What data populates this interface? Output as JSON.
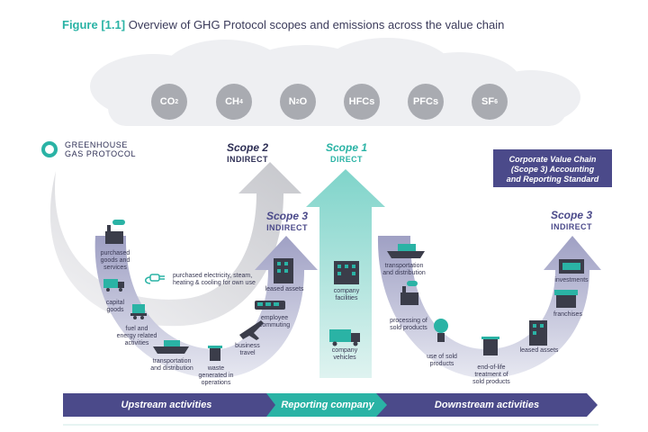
{
  "title": {
    "figure_number": "Figure [1.1]",
    "text": "Overview of GHG Protocol scopes and emissions across the value chain"
  },
  "gases": [
    {
      "base": "CO",
      "sub": "2"
    },
    {
      "base": "CH",
      "sub": "4"
    },
    {
      "base": "N",
      "sub": "2",
      "suffix": "O"
    },
    {
      "base": "HFCs",
      "sub": ""
    },
    {
      "base": "PFCs",
      "sub": ""
    },
    {
      "base": "SF",
      "sub": "6"
    }
  ],
  "logo": {
    "line1": "GREENHOUSE",
    "line2": "GAS PROTOCOL"
  },
  "scopes": {
    "scope2": {
      "name": "Scope 2",
      "kind": "INDIRECT"
    },
    "scope1": {
      "name": "Scope 1",
      "kind": "DIRECT"
    },
    "scope3_upstream": {
      "name": "Scope 3",
      "kind": "INDIRECT"
    },
    "scope3_downstream": {
      "name": "Scope 3",
      "kind": "INDIRECT"
    }
  },
  "standard_box": {
    "line1": "Corporate Value Chain",
    "line2": "(Scope 3) Accounting",
    "line3": "and Reporting Standard"
  },
  "labels": {
    "purchased_goods": [
      "purchased",
      "goods and",
      "services"
    ],
    "capital_goods": [
      "capital",
      "goods"
    ],
    "fuel_energy": [
      "fuel and",
      "energy related",
      "activities"
    ],
    "transport_up": [
      "transportation",
      "and distribution"
    ],
    "waste": [
      "waste",
      "generated in",
      "operations"
    ],
    "business_travel": [
      "business",
      "travel"
    ],
    "employee_commuting": [
      "employee",
      "commuting"
    ],
    "leased_up": [
      "leased assets"
    ],
    "purchased_electricity": [
      "purchased electricity, steam,",
      "heating & cooling for own use"
    ],
    "company_facilities": [
      "company",
      "facilities"
    ],
    "company_vehicles": [
      "company",
      "vehicles"
    ],
    "transport_down": [
      "transportation",
      "and distribution"
    ],
    "processing": [
      "processing of",
      "sold products"
    ],
    "use_sold": [
      "use of sold",
      "products"
    ],
    "end_of_life": [
      "end-of-life",
      "treatment of",
      "sold products"
    ],
    "leased_down": [
      "leased assets"
    ],
    "franchises": [
      "franchises"
    ],
    "investments": [
      "investments"
    ]
  },
  "bands": {
    "upstream": "Upstream activities",
    "reporting": "Reporting company",
    "downstream": "Downstream activities"
  },
  "colors": {
    "teal": "#2ab3a5",
    "purple": "#4b4a8a",
    "dark_navy": "#2e2f55",
    "grey_circle": "#a9abb1",
    "cloud": "#eeeff2",
    "icon_dark": "#3b3d4a"
  }
}
